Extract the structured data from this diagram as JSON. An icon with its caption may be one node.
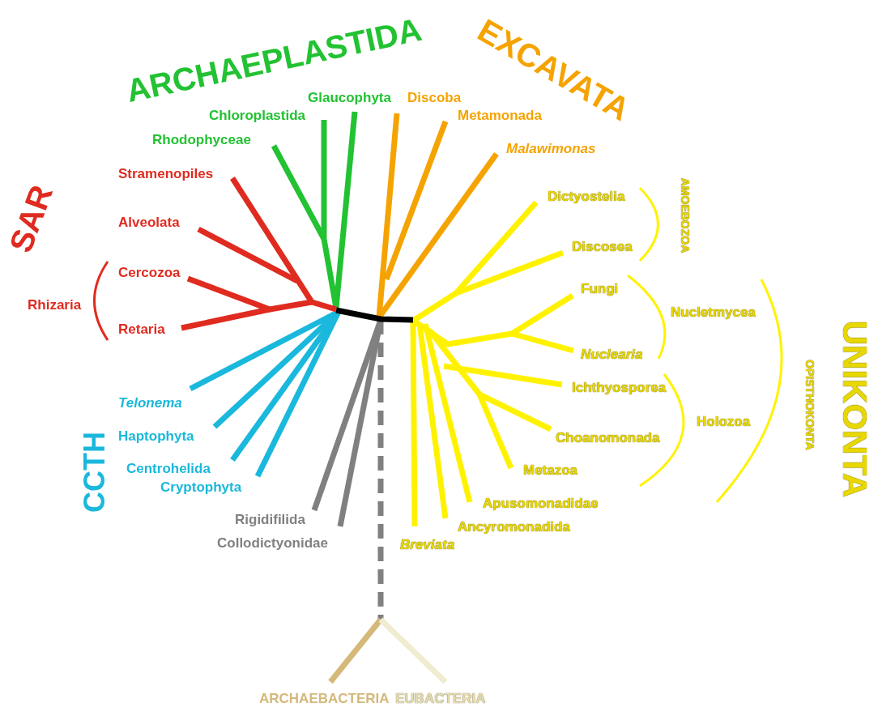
{
  "diagram": {
    "labels": [
      "ARCHAEPLASTIDA",
      "EXCAVATA",
      "Glaucophyta",
      "Discoba",
      "Chloroplastida",
      "Metamonada",
      "Rhodophyceae",
      "Malawimonas",
      "AMOEBOZOA",
      "Stramenopiles",
      "SAR",
      "Dictyostelia",
      "Alveolata",
      "Discosea",
      "Cercozoa",
      "Fungi",
      "Nucletmycea",
      "OPISTHOKONTA",
      "UNIKONTA",
      "Rhizaria",
      "Retaria",
      "Nuclearia",
      "Ichthyosporea",
      "Telonema",
      "Haptophyta",
      "Choanomonada",
      "Holozoa",
      "CCTH",
      "Centrohelida",
      "Metazoa",
      "Cryptophyta",
      "Apusomonadidae",
      "Rigidifilida",
      "Ancyromonadida",
      "Collodictyonidae",
      "Breviata",
      "ARCHAEBACTERIA",
      "EUBACTERIA"
    ]
  }
}
